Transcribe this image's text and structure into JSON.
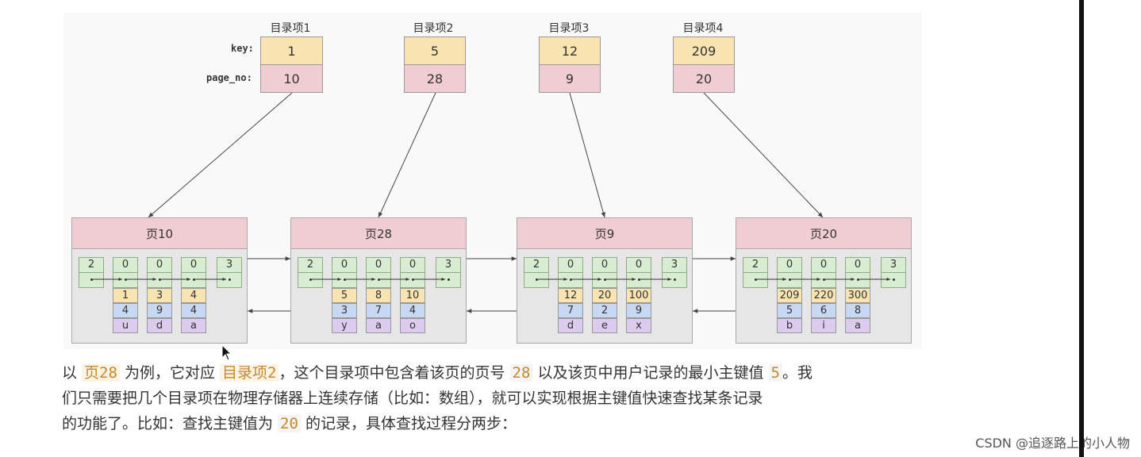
{
  "directory": [
    {
      "title": "目录项1",
      "key": "1",
      "page_no": "10"
    },
    {
      "title": "目录项2",
      "key": "5",
      "page_no": "28"
    },
    {
      "title": "目录项3",
      "key": "12",
      "page_no": "9"
    },
    {
      "title": "目录项4",
      "key": "209",
      "page_no": "20"
    }
  ],
  "row_labels": {
    "key": "key:",
    "page_no": "page_no:"
  },
  "pages": [
    {
      "title": "页10",
      "slots": [
        "2",
        "0",
        "0",
        "0",
        "3"
      ],
      "records": [
        [
          "1",
          "4",
          "u"
        ],
        [
          "3",
          "9",
          "d"
        ],
        [
          "4",
          "4",
          "a"
        ]
      ]
    },
    {
      "title": "页28",
      "slots": [
        "2",
        "0",
        "0",
        "0",
        "3"
      ],
      "records": [
        [
          "5",
          "3",
          "y"
        ],
        [
          "8",
          "7",
          "a"
        ],
        [
          "10",
          "4",
          "o"
        ]
      ]
    },
    {
      "title": "页9",
      "slots": [
        "2",
        "0",
        "0",
        "0",
        "3"
      ],
      "records": [
        [
          "12",
          "7",
          "d"
        ],
        [
          "20",
          "2",
          "e"
        ],
        [
          "100",
          "9",
          "x"
        ]
      ]
    },
    {
      "title": "页20",
      "slots": [
        "2",
        "0",
        "0",
        "0",
        "3"
      ],
      "records": [
        [
          "209",
          "5",
          "b"
        ],
        [
          "220",
          "6",
          "i"
        ],
        [
          "300",
          "8",
          "a"
        ]
      ]
    }
  ],
  "paragraph": {
    "line1": [
      "以 ",
      "页28",
      " 为例，它对应 ",
      "目录项2",
      "，这个目录项中包含着该页的页号 ",
      "28",
      " 以及该页中用户记录的最小主键值 ",
      "5",
      "。我"
    ],
    "line2": "们只需要把几个目录项在物理存储器上连续存储（比如：数组），就可以实现根据主键值快速查找某条记录",
    "line3": [
      "的功能了。比如：查找主键值为 ",
      "20",
      " 的记录，具体查找过程分两步："
    ]
  },
  "watermark": "CSDN @追逐路上的小人物",
  "colors": {
    "key": "#f9e3b0",
    "page_no": "#f0cdd3",
    "slot": "#d7ecd0",
    "col1": "#c7d9f2",
    "col2": "#dccbec",
    "highlight": "#c7882d"
  },
  "cursor_icon": "mouse-pointer-icon"
}
